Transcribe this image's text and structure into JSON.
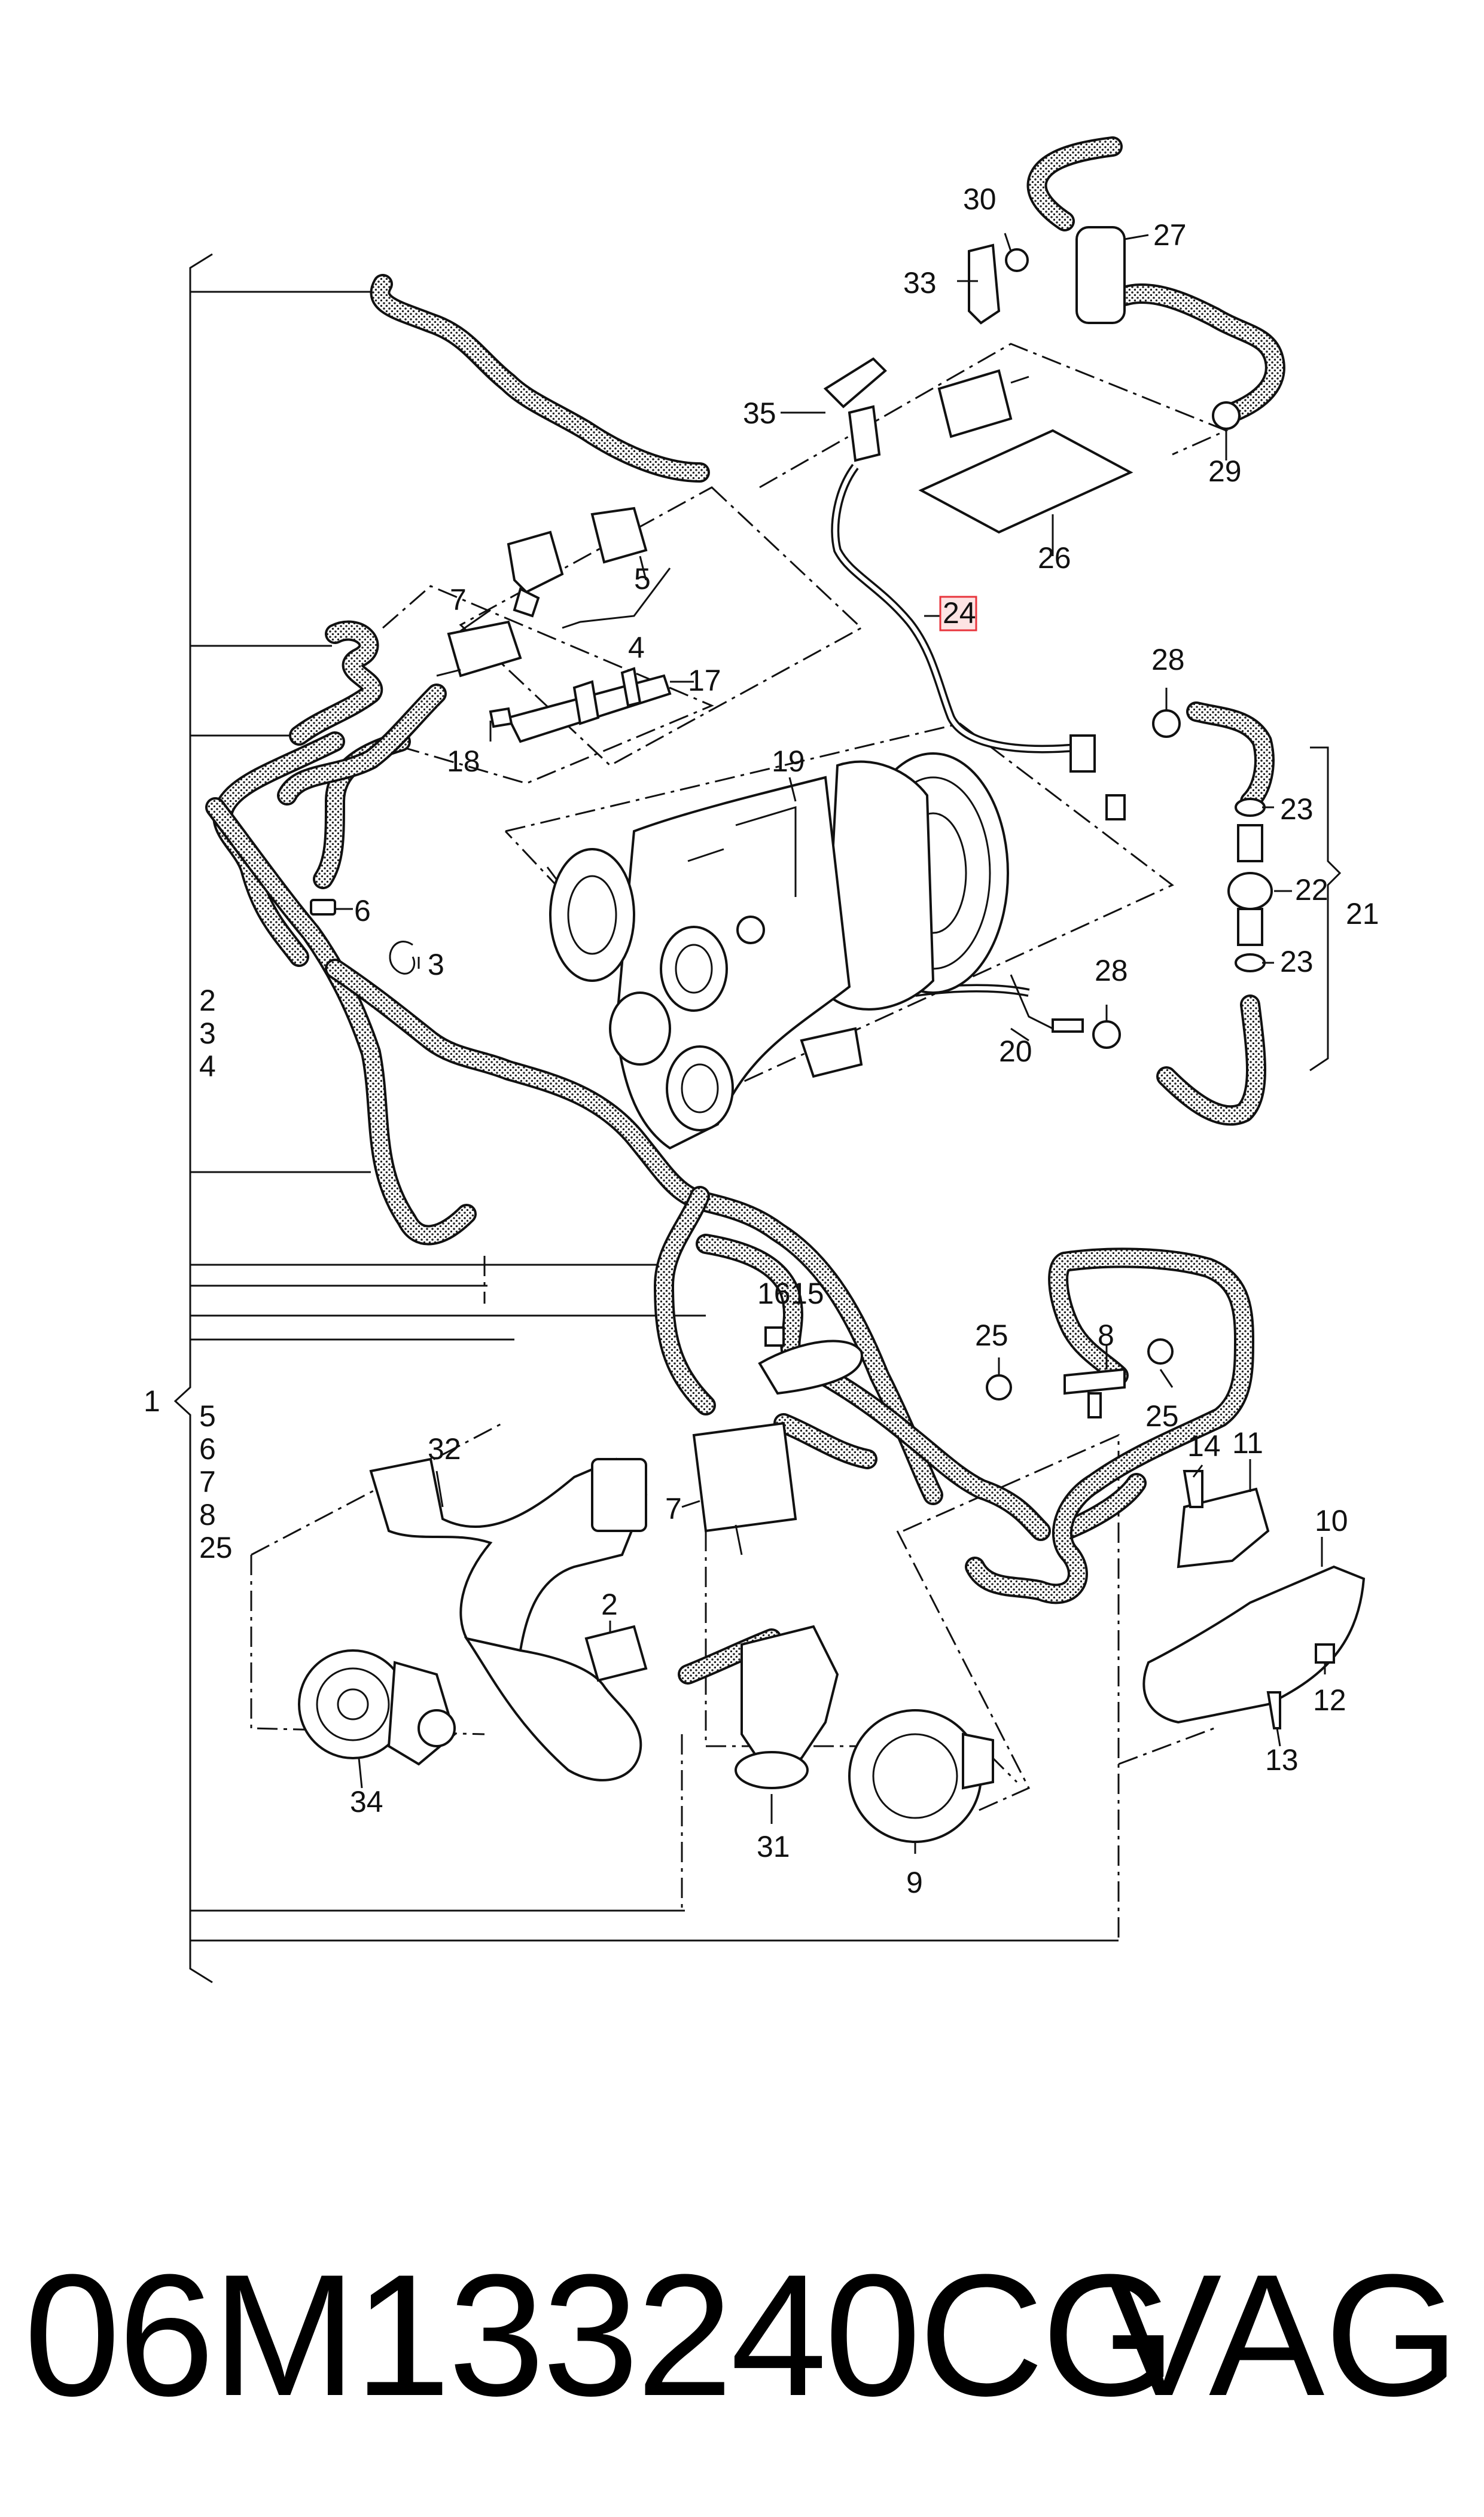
{
  "callouts": {
    "c1": "1",
    "c2a": "2",
    "c2b": "2",
    "c3a": "3",
    "c3b": "3",
    "c4a": "4",
    "c4b": "4",
    "c5a": "5",
    "c5b": "5",
    "c6a": "6",
    "c6b": "6",
    "c7a": "7",
    "c7b": "7",
    "c7c": "7",
    "c8a": "8",
    "c8b": "8",
    "c9": "9",
    "c10": "10",
    "c11": "11",
    "c12": "12",
    "c13": "13",
    "c14": "14",
    "c15": "15",
    "c16": "16",
    "c17": "17",
    "c18": "18",
    "c19": "19",
    "c20": "20",
    "c21": "21",
    "c22": "22",
    "c23a": "23",
    "c23b": "23",
    "c24": "24",
    "c25a": "25",
    "c25b": "25",
    "c25c": "25",
    "c26": "26",
    "c27": "27",
    "c28a": "28",
    "c28b": "28",
    "c29": "29",
    "c30": "30",
    "c31": "31",
    "c32": "32",
    "c33": "33",
    "c34": "34",
    "c35": "35"
  },
  "highlight": {
    "color": "#e8343c",
    "fill": "#fde4e4"
  },
  "footer": {
    "part_number": "06M133240CG",
    "brand": "VAG"
  }
}
